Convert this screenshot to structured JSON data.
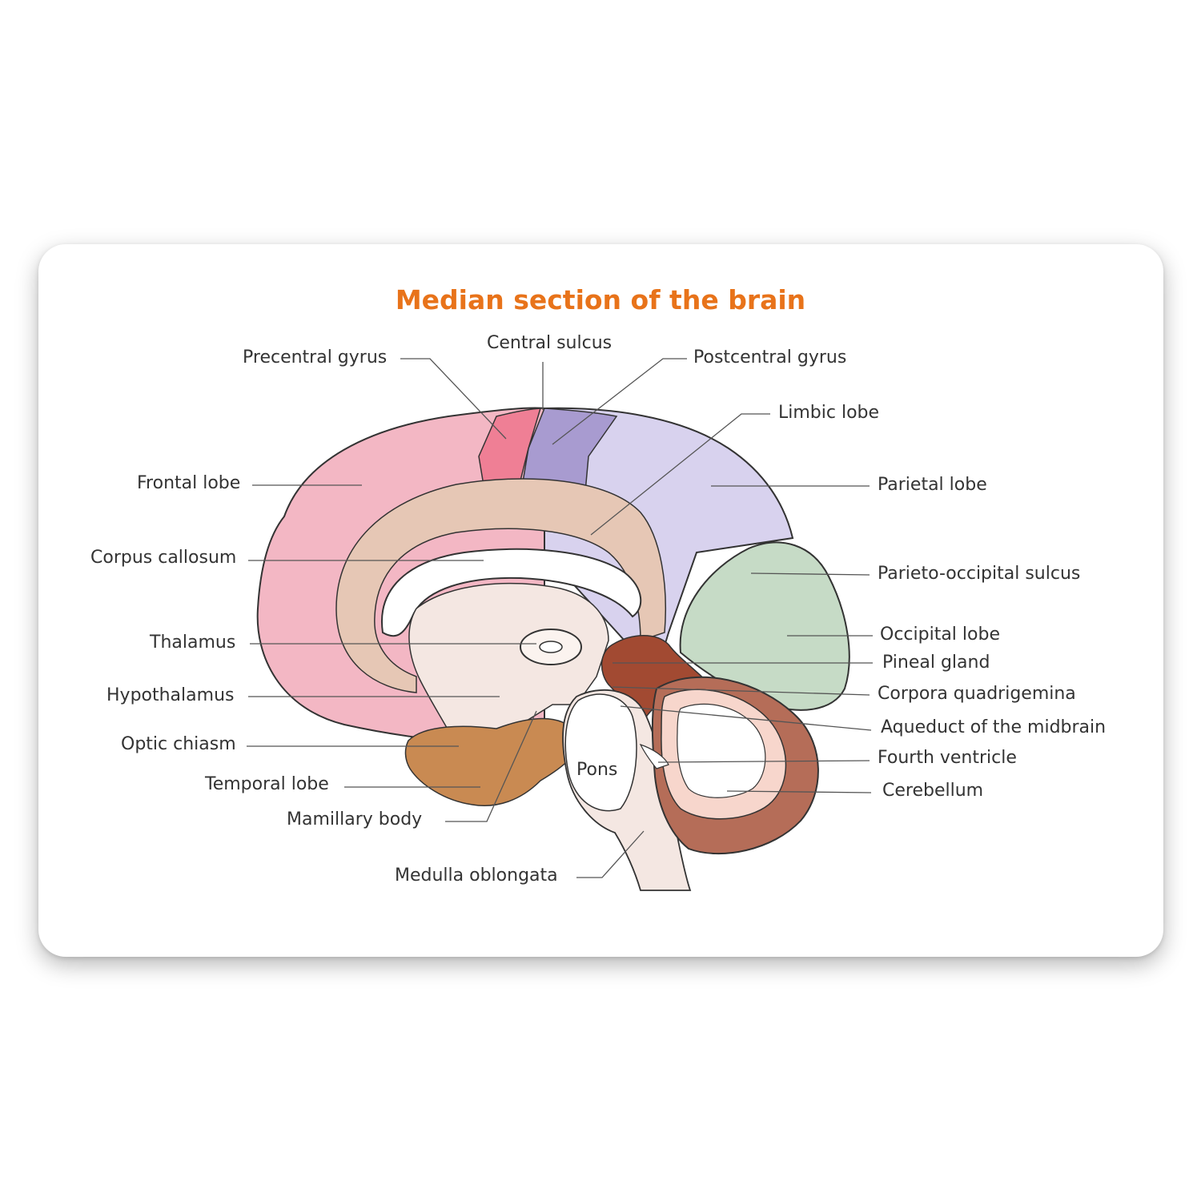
{
  "title": "Median section of the brain",
  "colors": {
    "title": "#e8731a",
    "frontal_lobe": "#f3b7c4",
    "precentral_gyrus": "#ef7f95",
    "postcentral_gyrus": "#a89bd0",
    "parietal_lobe": "#d8d2ee",
    "occipital_lobe": "#c6dbc6",
    "limbic_lobe": "#e6c7b5",
    "temporal_lobe": "#c98a52",
    "midbrain": "#a24a32",
    "cerebellum": "#b56d58"
  },
  "labels": {
    "precentral_gyrus": "Precentral gyrus",
    "central_sulcus": "Central sulcus",
    "postcentral_gyrus": "Postcentral gyrus",
    "limbic_lobe": "Limbic lobe",
    "frontal_lobe": "Frontal lobe",
    "parietal_lobe": "Parietal lobe",
    "corpus_callosum": "Corpus callosum",
    "parieto_occipital_sulcus": "Parieto-occipital sulcus",
    "thalamus": "Thalamus",
    "occipital_lobe": "Occipital lobe",
    "pineal_gland": "Pineal gland",
    "hypothalamus": "Hypothalamus",
    "corpora_quadrigemina": "Corpora quadrigemina",
    "aqueduct_of_the_midbrain": "Aqueduct of the midbrain",
    "optic_chiasm": "Optic chiasm",
    "fourth_ventricle": "Fourth ventricle",
    "temporal_lobe": "Temporal lobe",
    "pons": "Pons",
    "cerebellum": "Cerebellum",
    "mamillary_body": "Mamillary body",
    "medulla_oblongata": "Medulla oblongata"
  }
}
